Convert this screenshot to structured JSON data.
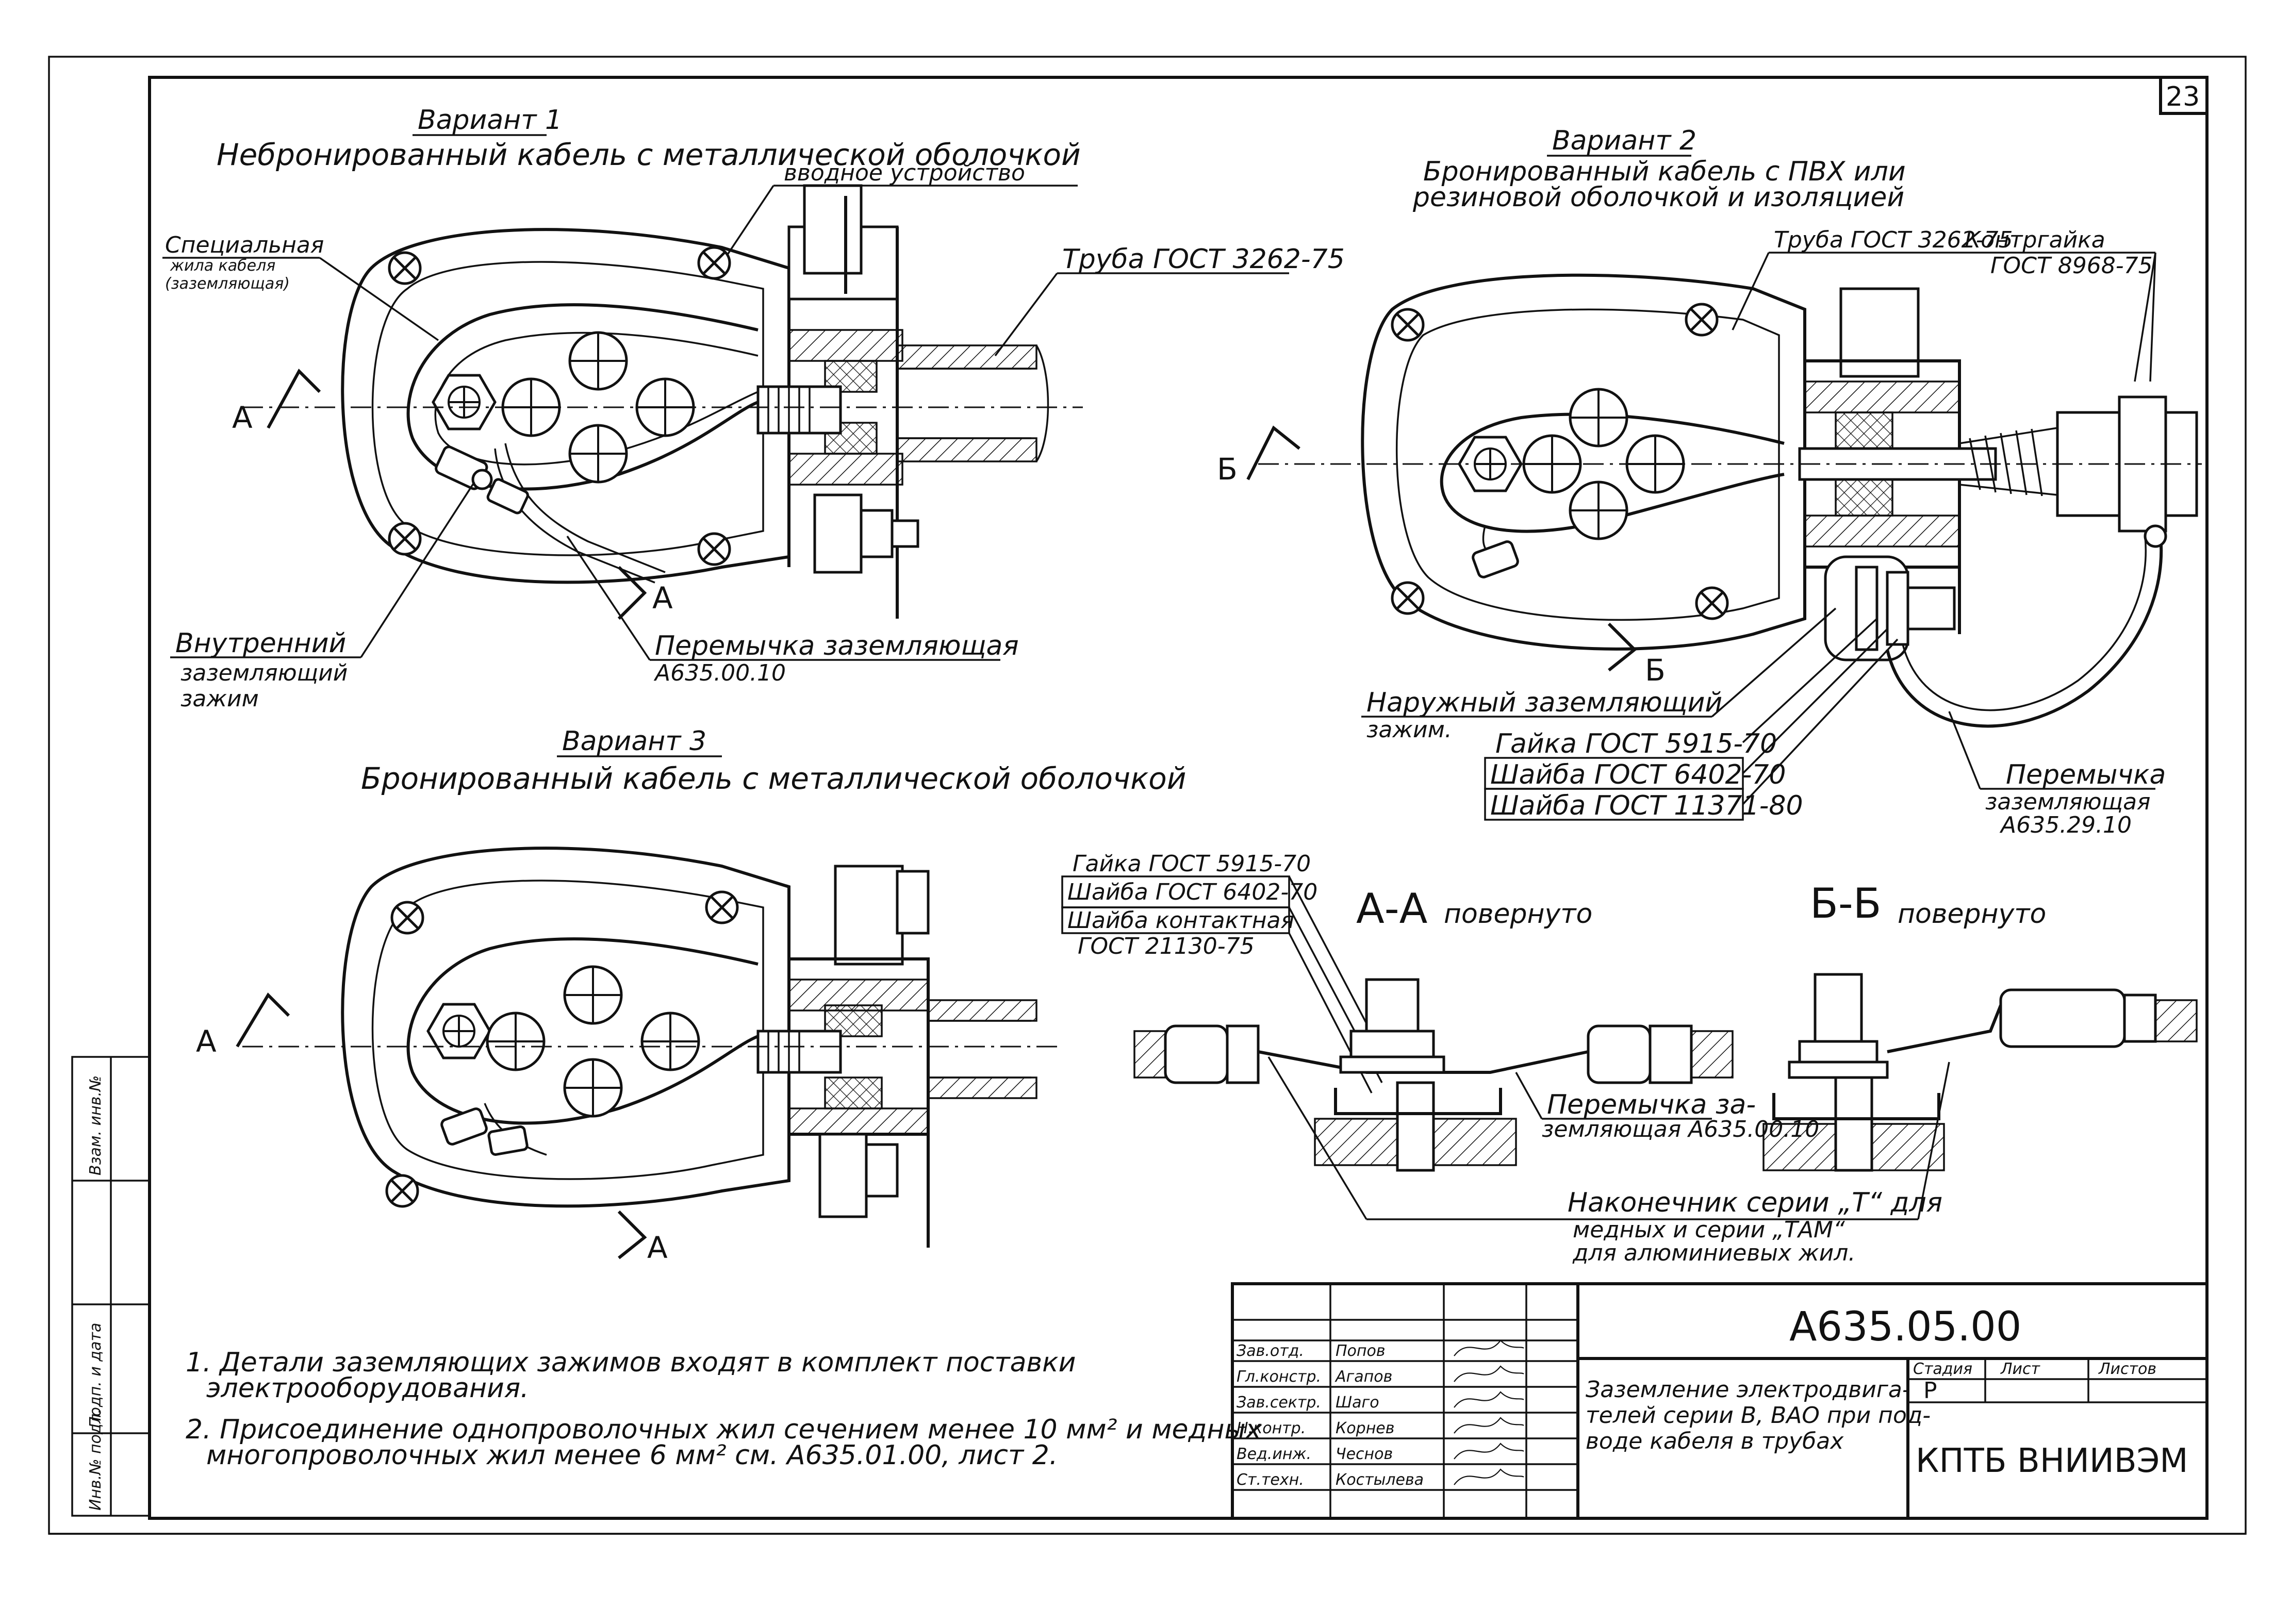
{
  "sheet_number": "23",
  "variant1": {
    "heading": "Вариант 1",
    "title": "Небронированный кабель с металлической оболочкой",
    "callout_entry": "вводное устройство",
    "callout_pipe": "Труба ГОСТ 3262-75",
    "callout_core_1": "Специальная",
    "callout_core_2": "жила кабеля",
    "callout_core_3": "(заземляющая)",
    "callout_inner_1": "Внутренний",
    "callout_inner_2": "заземляющий",
    "callout_inner_3": "зажим",
    "callout_jumper_1": "Перемычка заземляющая",
    "callout_jumper_2": "А635.00.10",
    "section_letter": "А"
  },
  "variant2": {
    "heading": "Вариант 2",
    "title_1": "Бронированный кабель с ПВХ или",
    "title_2": "резиновой оболочкой и изоляцией",
    "callout_pipe": "Труба ГОСТ 3262-75",
    "callout_locknut_1": "Контргайка",
    "callout_locknut_2": "ГОСТ 8968-75",
    "callout_outer_1": "Наружный заземляющий",
    "callout_outer_2": "зажим.",
    "parts": [
      "Гайка ГОСТ 5915-70",
      "Шайба ГОСТ 6402-70",
      "Шайба ГОСТ 11371-80"
    ],
    "callout_jumper_1": "Перемычка",
    "callout_jumper_2": "заземляющая",
    "callout_jumper_3": "А635.29.10",
    "section_letter": "Б"
  },
  "variant3": {
    "heading": "Вариант 3",
    "title": "Бронированный кабель с металлической оболочкой",
    "section_letter": "А"
  },
  "parts_list": [
    "Гайка ГОСТ 5915-70",
    "Шайба ГОСТ 6402-70",
    "Шайба контактная",
    "ГОСТ 21130-75"
  ],
  "section_aa": {
    "label": "А-А",
    "note": "повернуто"
  },
  "section_bb": {
    "label": "Б-Б",
    "note": "повернуто"
  },
  "jumper_aa_1": "Перемычка за-",
  "jumper_aa_2": "земляющая А635.00.10",
  "lug_note_1": "Наконечник серии „Т“ для",
  "lug_note_2": "медных и серии „ТАМ“",
  "lug_note_3": "для алюминиевых жил.",
  "notes": [
    "1. Детали заземляющих зажимов входят в комплект поставки",
    "электрооборудования.",
    "2. Присоединение однопроволочных жил сечением менее 10 мм² и медных",
    "многопроволочных жил менее 6 мм² см. А635.01.00, лист 2."
  ],
  "stamp": {
    "code": "А635.05.00",
    "description": [
      "Заземление электродвига-",
      "телей серии В, ВАО при под-",
      "воде кабеля в трубах"
    ],
    "stage_header": "Стадия",
    "sheet_header": "Лист",
    "sheets_header": "Листов",
    "stage_value": "Р",
    "organization": "КПТБ ВНИИВЭМ",
    "roles": [
      "Зав.отд.",
      "Гл.констр.",
      "Зав.сектр.",
      "Н.контр.",
      "Вед.инж.",
      "Ст.техн."
    ],
    "names": [
      "Попов",
      "Агапов",
      "Шаго",
      "Корнев",
      "Чеснов",
      "Костылева"
    ]
  },
  "left_margin": [
    "Инв.№ подл.",
    "Подп. и дата",
    "Взам. инв.№"
  ]
}
